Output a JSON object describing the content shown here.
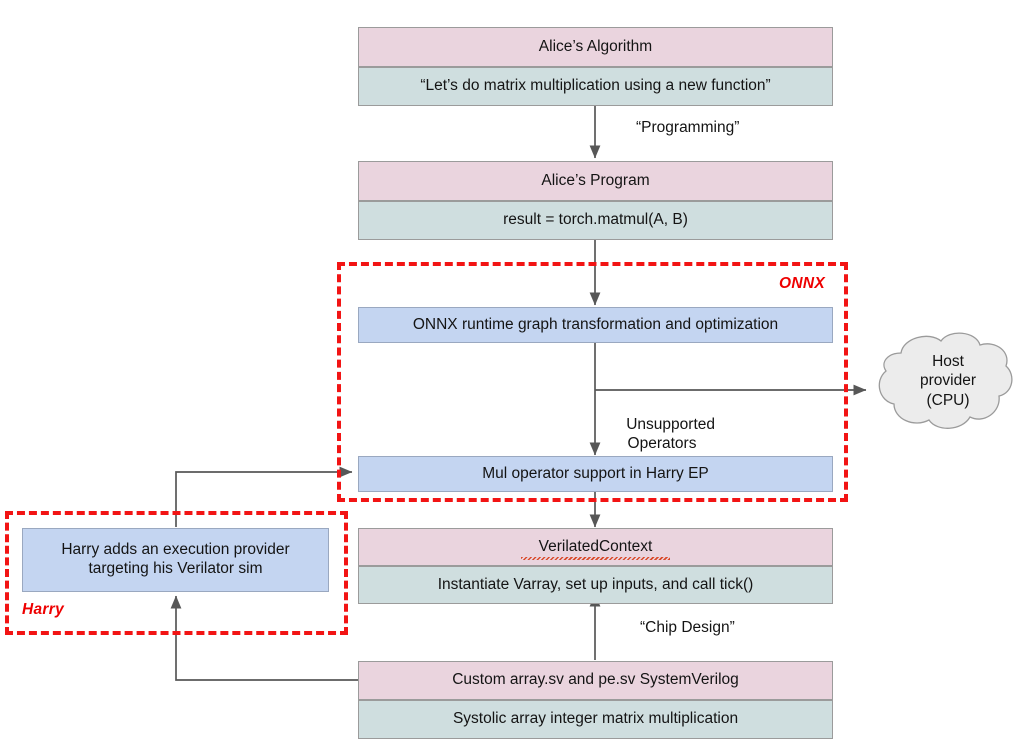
{
  "diagram": {
    "title": "Alice's Algorithm to Systolic Array flow",
    "colors": {
      "header_pink": "#ead4de",
      "body_teal": "#cfdedf",
      "blue_box": "#c4d5f1",
      "dashed_red": "#f21414",
      "arrow_gray": "#575757",
      "cloud_gray": "#ececec"
    }
  },
  "nodes": {
    "alice_algorithm": {
      "header": "Alice’s Algorithm",
      "body": "“Let’s do matrix multiplication using a new function”"
    },
    "alice_program": {
      "header": "Alice’s Program",
      "body": "result = torch.matmul(A, B)"
    },
    "onnx_runtime": {
      "label": "ONNX runtime graph transformation and optimization"
    },
    "harry_ep": {
      "label": "Mul operator support in Harry EP"
    },
    "harry_provider": {
      "label": "Harry adds an execution provider\ntargeting his Verilator sim"
    },
    "verilated_context": {
      "header": "VerilatedContext",
      "body": "Instantiate Varray, set up inputs, and call tick()"
    },
    "systemverilog": {
      "header": "Custom array.sv and pe.sv SystemVerilog",
      "body": "Systolic array integer matrix multiplication"
    },
    "host_provider": {
      "label": "Host\nprovider\n(CPU)"
    }
  },
  "groups": {
    "onnx": {
      "label": "ONNX"
    },
    "harry": {
      "label": "Harry"
    }
  },
  "edges": {
    "programming": {
      "label": "“Programming”"
    },
    "unsupported": {
      "label": "Unsupported\nOperators"
    },
    "chip_design": {
      "label": "“Chip Design”"
    }
  }
}
